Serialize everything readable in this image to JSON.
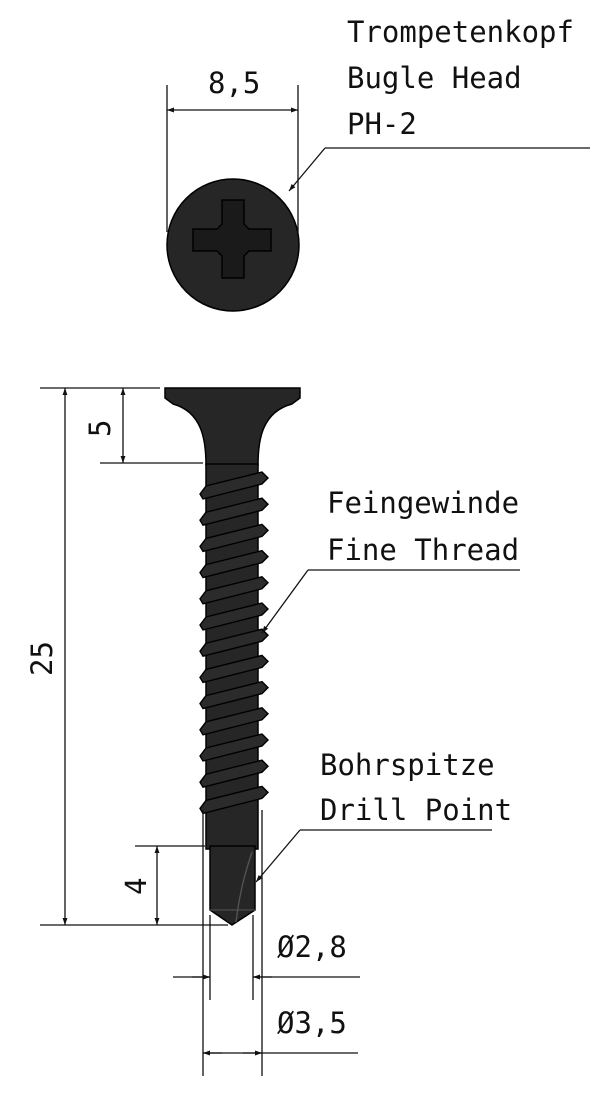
{
  "head_label": {
    "de": "Trompetenkopf",
    "en": "Bugle Head",
    "drive": "PH-2"
  },
  "thread_label": {
    "de": "Feingewinde",
    "en": "Fine Thread"
  },
  "point_label": {
    "de": "Bohrspitze",
    "en": "Drill Point"
  },
  "dimensions": {
    "head_diameter": "8,5",
    "total_length": "25",
    "head_length": "5",
    "point_length": "4",
    "core_diameter": "Ø2,8",
    "thread_diameter": "Ø3,5"
  }
}
